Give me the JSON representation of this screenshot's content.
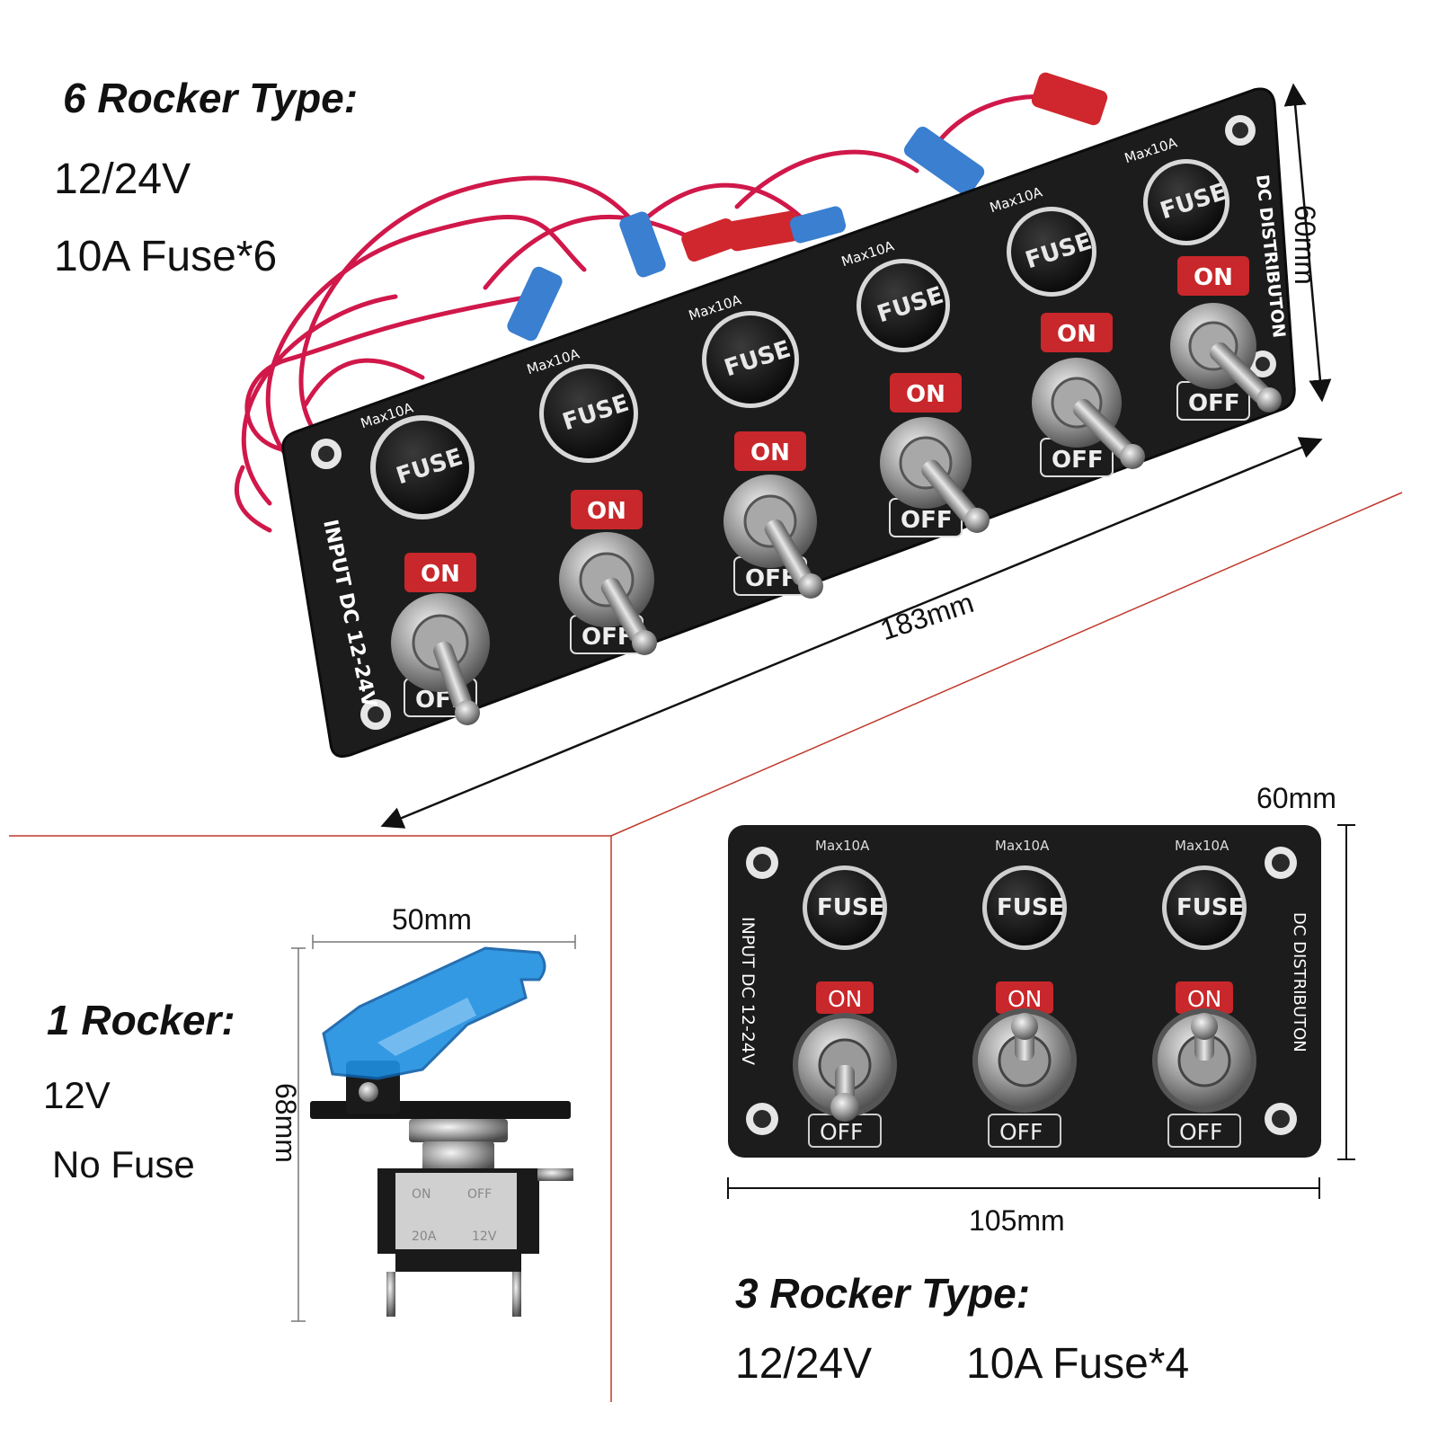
{
  "six_rocker": {
    "title": "6 Rocker Type:",
    "voltage": "12/24V",
    "fuse": "10A Fuse*6",
    "dim_height": "60mm",
    "dim_length": "183mm",
    "panel_left_label": "INPUT DC 12-24V",
    "panel_right_label": "DC DISTRIBUTON",
    "fuse_rating": "Max10A",
    "fuse_cap": "FUSE",
    "switch_on": "ON",
    "switch_off": "OFF"
  },
  "one_rocker": {
    "title": "1 Rocker:",
    "voltage": "12V",
    "fuse": "No Fuse",
    "dim_width": "50mm",
    "dim_height": "68mm",
    "body_on": "ON",
    "body_off": "OFF",
    "body_amps": "20A",
    "body_volts": "12V"
  },
  "three_rocker": {
    "title": "3 Rocker Type:",
    "voltage": "12/24V",
    "fuse": "10A Fuse*4",
    "dim_height": "60mm",
    "dim_width": "105mm",
    "panel_left_label": "INPUT DC 12-24V",
    "panel_right_label": "DC DISTRIBUTON",
    "fuse_rating": "Max10A",
    "fuse_cap": "FUSE",
    "switch_on": "ON",
    "switch_off": "OFF"
  },
  "colors": {
    "panel": "#1c1c1c",
    "switch_on_red": "#c8272b",
    "wire_red": "#d0184a",
    "terminal_blue": "#3a7fd0",
    "cover_blue": "#1e8fe0",
    "divider": "#c0392b"
  }
}
